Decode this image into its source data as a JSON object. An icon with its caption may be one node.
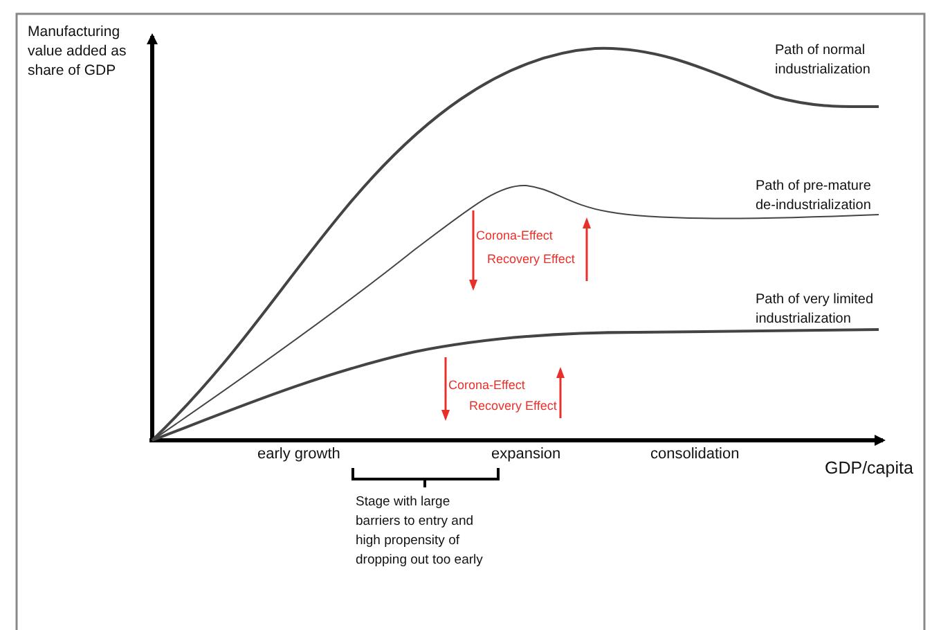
{
  "diagram": {
    "labels": [
      "Manufacturing value added as share of GDP",
      "Path of normal industrialization",
      "Path of pre-mature de-industrialization",
      "Corona-Effect",
      "Recovery Effect",
      "Path of very limited industrialization",
      "Corona-Effect",
      "Recovery Effect",
      "early growth",
      "expansion",
      "consolidation",
      "GDP/capita",
      "Stage with large barriers to entry and high propensity of dropping out too early"
    ]
  }
}
